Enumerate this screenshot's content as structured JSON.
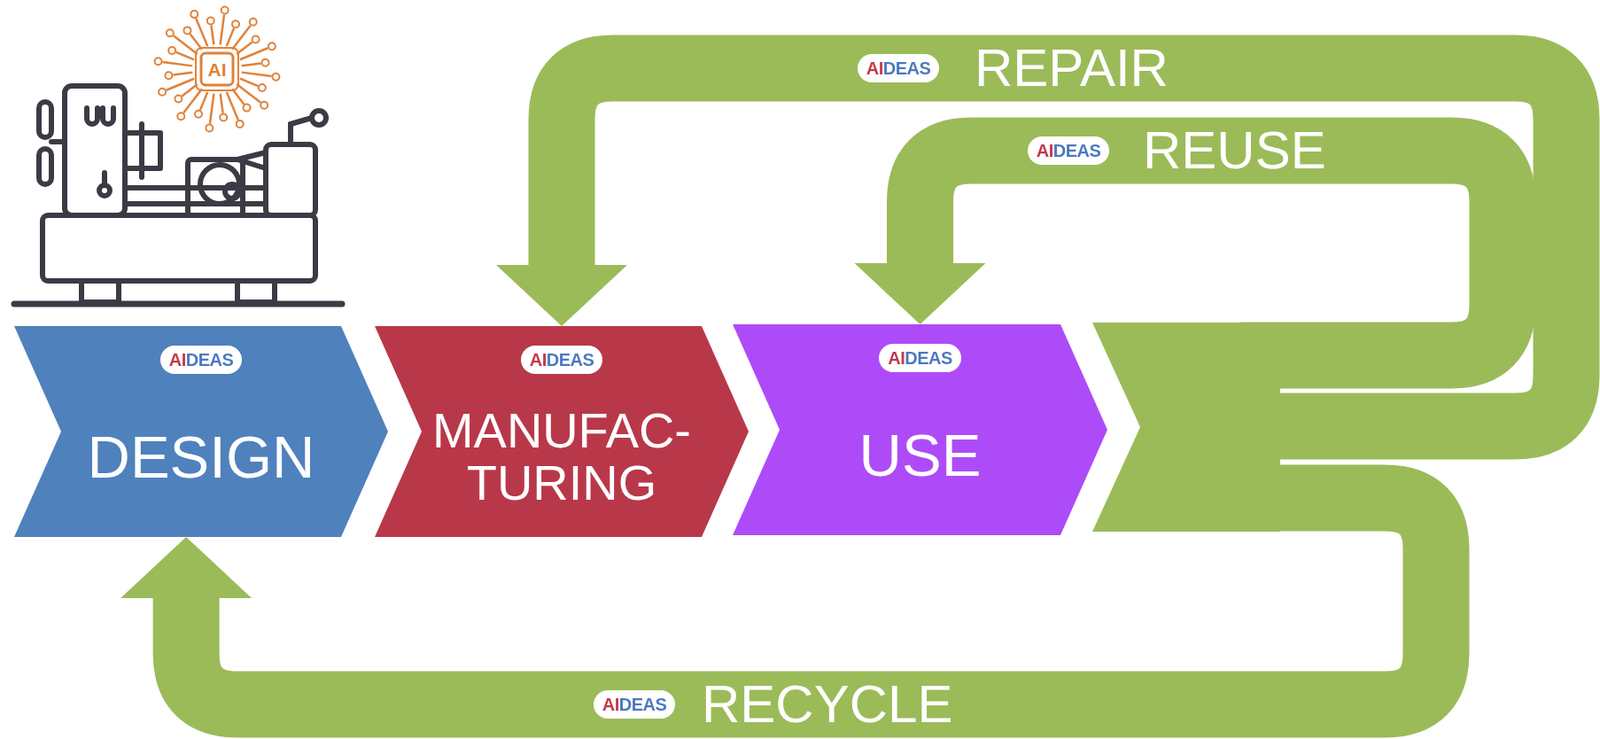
{
  "diagram": {
    "nodes": [
      {
        "text": [
          "AIDEAS",
          "DESIGN"
        ]
      },
      {
        "text": [
          "AIDEAS",
          "MANUFAC- TURING"
        ]
      },
      {
        "text": [
          "AIDEAS",
          "USE"
        ]
      }
    ],
    "edges": [
      {
        "from": 2,
        "to": 1,
        "label": "REPAIR",
        "arrow": "to"
      },
      {
        "from": 2,
        "to": 2,
        "label": "REUSE",
        "arrow": "to"
      },
      {
        "from": 2,
        "to": 0,
        "label": "RECYCLE",
        "arrow": "to"
      }
    ],
    "labels": [
      "AI",
      "AIDEAS",
      "AIDEAS",
      "AIDEAS"
    ]
  }
}
